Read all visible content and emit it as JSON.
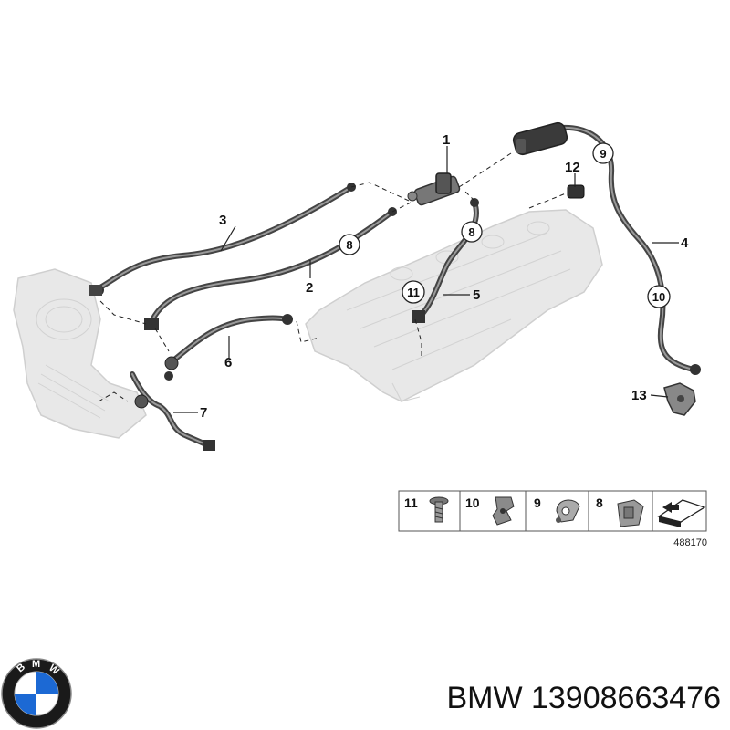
{
  "callouts": {
    "c1": "1",
    "c2": "2",
    "c3": "3",
    "c4": "4",
    "c5": "5",
    "c6": "6",
    "c7": "7",
    "c8a": "8",
    "c8b": "8",
    "c9": "9",
    "c10": "10",
    "c11": "11",
    "c12": "12",
    "c13": "13"
  },
  "legend": {
    "items": [
      {
        "num": "11",
        "icon": "bolt-icon"
      },
      {
        "num": "10",
        "icon": "clip-icon"
      },
      {
        "num": "9",
        "icon": "clamp-icon"
      },
      {
        "num": "8",
        "icon": "clip-nut-icon"
      },
      {
        "icon": "direction-arrow-icon"
      }
    ],
    "code": "488170"
  },
  "footer": {
    "brand_logo": "BMW",
    "part_text": "BMW 13908663476"
  },
  "colors": {
    "hose": "#4a4a4a",
    "ghost_part": "#e6e6e6",
    "ghost_outline": "#c8c8c8",
    "bmw_blue": "#1c69d4"
  }
}
